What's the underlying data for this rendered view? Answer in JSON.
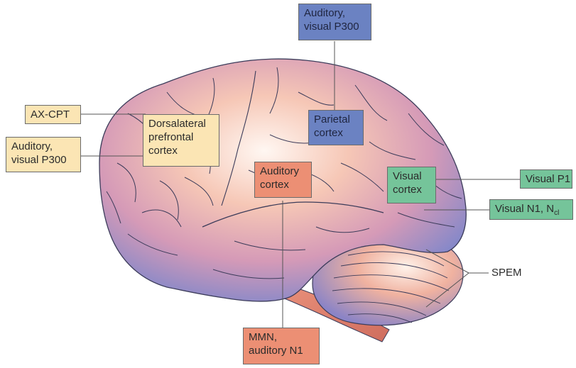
{
  "labels": {
    "ax_cpt": "AX-CPT",
    "auditory_visual_p300_left": [
      "Auditory,",
      "visual P300"
    ],
    "dlpfc": [
      "Dorsalateral",
      "prefrontal",
      "cortex"
    ],
    "auditory_visual_p300_top": [
      "Auditory,",
      "visual P300"
    ],
    "parietal": [
      "Parietal",
      "cortex"
    ],
    "auditory_cortex": [
      "Auditory",
      "cortex"
    ],
    "visual_cortex": [
      "Visual",
      "cortex"
    ],
    "visual_p1": "Visual P1",
    "visual_n1": "Visual N1, N",
    "visual_n1_sub": "cl",
    "mmn": [
      "MMN,",
      "auditory N1"
    ],
    "spem": "SPEM"
  },
  "colors": {
    "yellow": "#fbe5b4",
    "blue": "#6b82c2",
    "salmon": "#ec8f74",
    "green": "#75c49a",
    "brain_warm": "#f0a48d",
    "brain_cool": "#7e86c8"
  }
}
